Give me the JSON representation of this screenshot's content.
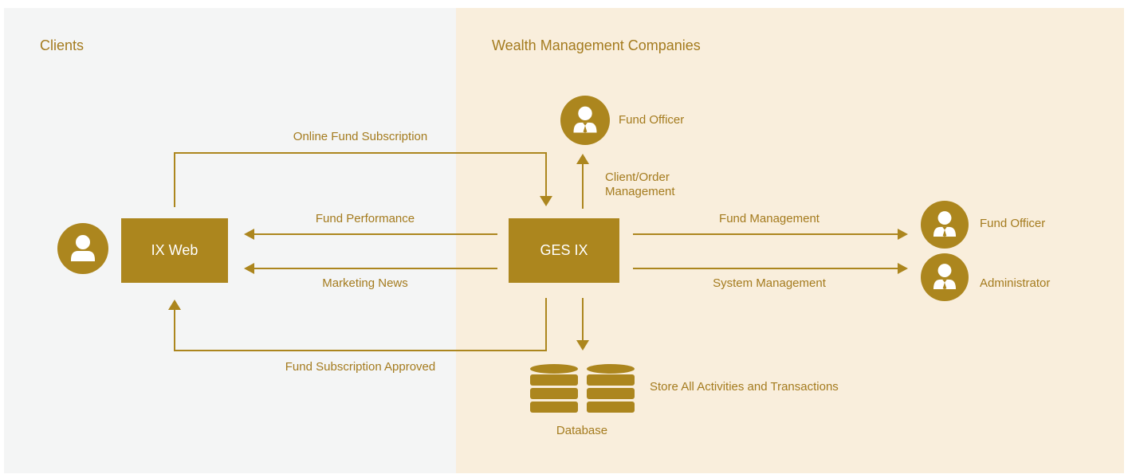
{
  "regions": {
    "left_title": "Clients",
    "right_title": "Wealth Management Companies"
  },
  "nodes": {
    "ix_web": "IX Web",
    "ges_ix": "GES IX",
    "database": "Database"
  },
  "roles": {
    "fund_officer_top": "Fund Officer",
    "fund_officer_right": "Fund Officer",
    "administrator": "Administrator"
  },
  "flows": {
    "online_fund_subscription": "Online Fund Subscription",
    "fund_performance": "Fund Performance",
    "marketing_news": "Marketing News",
    "fund_subscription_approved": "Fund Subscription Approved",
    "client_order_management_line1": "Client/Order",
    "client_order_management_line2": "Management",
    "fund_management": "Fund Management",
    "system_management": "System Management",
    "store_all": "Store All Activities and Transactions"
  },
  "colors": {
    "accent": "#ac861e",
    "label_text": "#a47b1e",
    "clients_bg": "#f4f5f5",
    "companies_bg": "#f9eedc"
  },
  "icons": {
    "client": "person-icon",
    "fund_officer": "officer-tie-icon",
    "administrator": "officer-tie-icon",
    "database": "database-icon"
  }
}
